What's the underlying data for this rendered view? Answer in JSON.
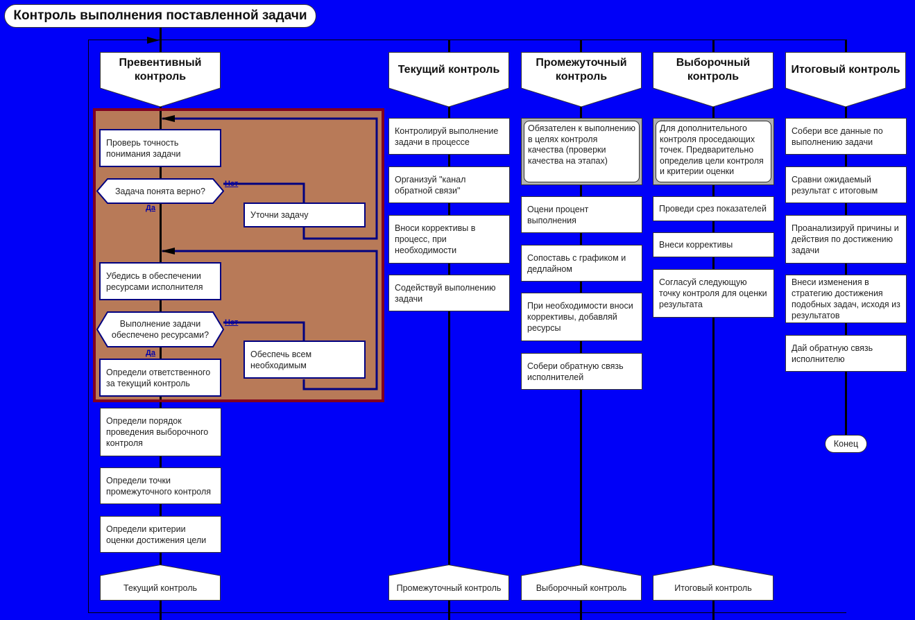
{
  "title": "Контроль выполнения поставленной задачи",
  "colors": {
    "background": "#0000f8",
    "group_fill": "#b87a58",
    "group_border": "#800020",
    "flow_line": "#000080"
  },
  "lanes": [
    {
      "header": "Превентивный контроль",
      "footer": "Текущий контроль"
    },
    {
      "header": "Текущий контроль",
      "footer": "Промежуточный контроль"
    },
    {
      "header": "Промежуточный контроль",
      "footer": "Выборочный контроль"
    },
    {
      "header": "Выборочный контроль",
      "footer": "Итоговый контроль"
    },
    {
      "header": "Итоговый контроль"
    }
  ],
  "preventive": {
    "step1": "Проверь точность понимания задачи",
    "decision1": "Задача понята верно?",
    "no1": "Уточни задачу",
    "step2": "Убедись в обеспечении ресурсами исполнителя",
    "decision2": "Выполнение задачи обеспечено ресурсами?",
    "no2": "Обеспечь всем необходимым",
    "step3": "Определи ответственного за текущий контроль",
    "step4": "Определи порядок проведения выборочного контроля",
    "step5": "Определи точки промежуточного контроля",
    "step6": "Определи критерии оценки достижения цели",
    "yes_label": "Да",
    "no_label": "Нет"
  },
  "current": [
    "Контролируй выполнение задачи в процессе",
    "Организуй \"канал обратной связи\"",
    "Вноси коррективы в процесс, при необходимости",
    "Содействуй выполнению задачи"
  ],
  "intermediate": {
    "note": "Обязателен к выполнению в целях контроля качества (проверки качества на этапах)",
    "steps": [
      "Оцени процент выполнения",
      "Сопоставь с графиком и дедлайном",
      "При необходимости вноси коррективы, добавляй ресурсы",
      "Собери обратную связь исполнителей"
    ]
  },
  "selective": {
    "note": "Для дополнительного контроля проседающих точек. Предварительно определив цели контроля и критерии оценки",
    "steps": [
      "Проведи срез показателей",
      "Внеси коррективы",
      "Согласуй следующую точку контроля для оценки результата"
    ]
  },
  "final": {
    "steps": [
      "Собери все данные по выполнению задачи",
      "Сравни ожидаемый результат с итоговым",
      "Проанализируй причины и действия по достижению задачи",
      "Внеси изменения в стратегию достижения подобных задач, исходя из результатов",
      "Дай обратную связь исполнителю"
    ],
    "end": "Конец"
  }
}
